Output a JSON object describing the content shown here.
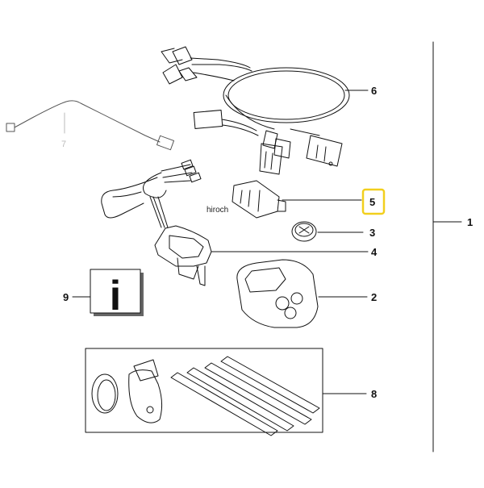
{
  "diagram": {
    "highlight_color": "#f2cf1d",
    "callouts": [
      {
        "id": "1",
        "label": "1"
      },
      {
        "id": "2",
        "label": "2"
      },
      {
        "id": "3",
        "label": "3"
      },
      {
        "id": "4",
        "label": "4"
      },
      {
        "id": "5",
        "label": "5",
        "highlighted": true
      },
      {
        "id": "6",
        "label": "6"
      },
      {
        "id": "7",
        "label": "7"
      },
      {
        "id": "8",
        "label": "8"
      },
      {
        "id": "9",
        "label": "9"
      }
    ],
    "info_symbol": "i",
    "watermark": "hiroch"
  }
}
